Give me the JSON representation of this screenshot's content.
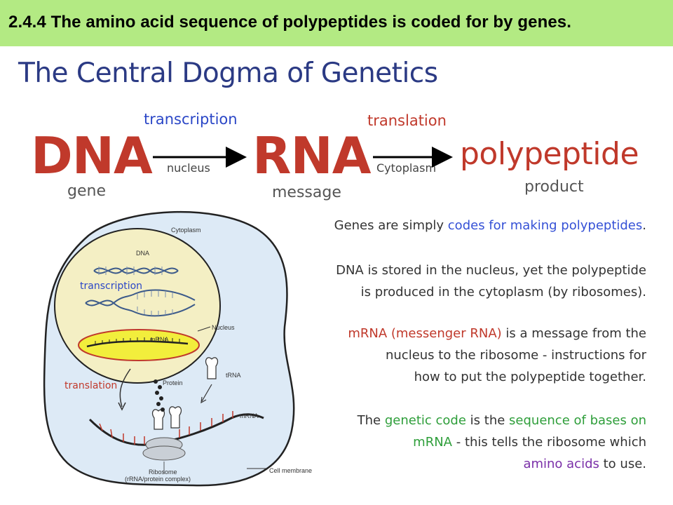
{
  "header": {
    "title": "2.4.4 The amino acid sequence of polypeptides is coded for by genes."
  },
  "slide": {
    "title": "The Central Dogma of Genetics"
  },
  "flow": {
    "dna": "DNA",
    "rna": "RNA",
    "polypeptide": "polypeptide",
    "gene": "gene",
    "message": "message",
    "product": "product",
    "transcription": "transcription",
    "translation": "translation",
    "nucleus": "nucleus",
    "cytoplasm": "Cytoplasm"
  },
  "paragraphs": {
    "p1_a": "Genes are simply ",
    "p1_b": "codes for making polypeptides",
    "p1_c": ".",
    "p2_l1": "DNA is stored in the nucleus, yet the polypeptide",
    "p2_l2": "is produced in the cytoplasm (by ribosomes).",
    "p3_a": "mRNA (messenger RNA)",
    "p3_b": " is a message from the",
    "p3_l2": "nucleus to the ribosome - instructions for",
    "p3_l3": "how to put the polypeptide together.",
    "p4_a": "The ",
    "p4_b": "genetic code",
    "p4_c": " is the ",
    "p4_d": "sequence of bases on",
    "p4_e": "mRNA",
    "p4_f": " - this tells the ribosome which",
    "p4_g": "amino acids",
    "p4_h": " to use."
  },
  "cell": {
    "cytoplasm": "Cytoplasm",
    "dna": "DNA",
    "transcription": "transcription",
    "nucleus": "Nucleus",
    "mrna_nucleus": "mRNA",
    "translation": "translation",
    "protein": "Protein",
    "trna": "tRNA",
    "mrna": "mRNA",
    "ribosome": "Ribosome",
    "ribosome_sub": "(rRNA/protein complex)",
    "cell_membrane": "Cell membrane"
  },
  "colors": {
    "header_bg": "#b3ea83",
    "title": "#2b3a84",
    "dna_red": "#c0392b",
    "blue": "#3551d6",
    "green": "#2e9e3a",
    "purple": "#7a2fa8",
    "cell_fill": "#ddeaf6",
    "nucleus_fill": "#f4efc4",
    "mrna_highlight": "#f2ee3c"
  }
}
